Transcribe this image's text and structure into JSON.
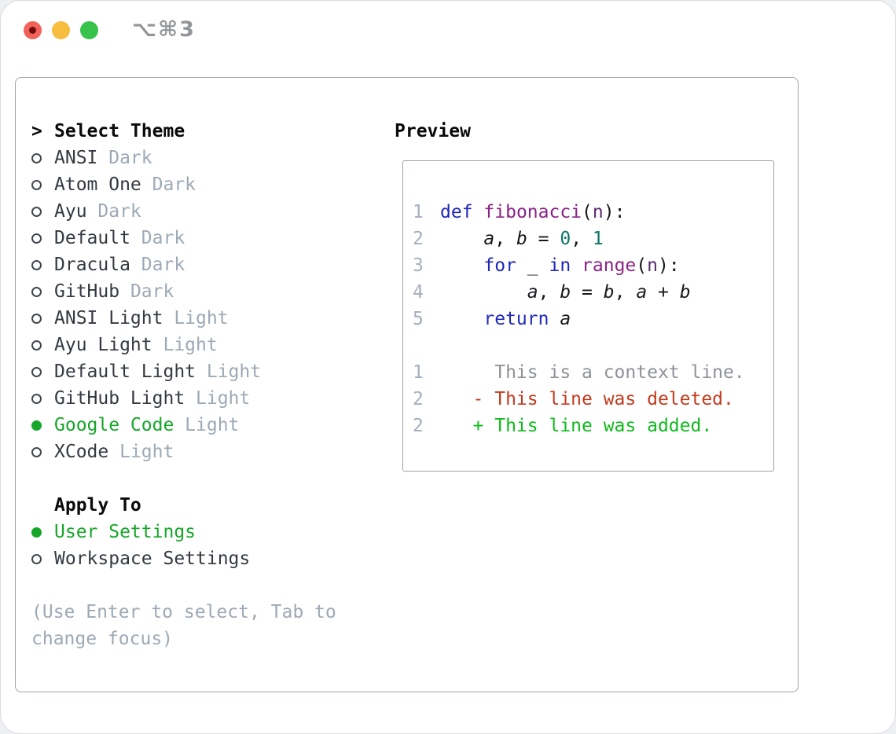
{
  "window": {
    "title": "⌥⌘3",
    "traffic_lights": [
      "close",
      "minimize",
      "zoom"
    ]
  },
  "theme_menu": {
    "focus_indicator": ">",
    "header": "Select Theme",
    "items": [
      {
        "name": "ANSI",
        "variant": "Dark",
        "selected": false
      },
      {
        "name": "Atom One",
        "variant": "Dark",
        "selected": false
      },
      {
        "name": "Ayu",
        "variant": "Dark",
        "selected": false
      },
      {
        "name": "Default",
        "variant": "Dark",
        "selected": false
      },
      {
        "name": "Dracula",
        "variant": "Dark",
        "selected": false
      },
      {
        "name": "GitHub",
        "variant": "Dark",
        "selected": false
      },
      {
        "name": "ANSI Light",
        "variant": "Light",
        "selected": false
      },
      {
        "name": "Ayu Light",
        "variant": "Light",
        "selected": false
      },
      {
        "name": "Default Light",
        "variant": "Light",
        "selected": false
      },
      {
        "name": "GitHub Light",
        "variant": "Light",
        "selected": false
      },
      {
        "name": "Google Code",
        "variant": "Light",
        "selected": true
      },
      {
        "name": "XCode",
        "variant": "Light",
        "selected": false
      }
    ]
  },
  "apply_to": {
    "header": "Apply To",
    "items": [
      {
        "label": "User Settings",
        "selected": true
      },
      {
        "label": "Workspace Settings",
        "selected": false
      }
    ]
  },
  "help_text": "(Use Enter to select, Tab to change focus)",
  "preview": {
    "title": "Preview",
    "code_lines": [
      {
        "num": "1",
        "tokens": [
          {
            "t": "def",
            "c": "kw"
          },
          {
            "t": " "
          },
          {
            "t": "fibonacci",
            "c": "fn"
          },
          {
            "t": "("
          },
          {
            "t": "n",
            "c": "param"
          },
          {
            "t": "):"
          }
        ]
      },
      {
        "num": "2",
        "tokens": [
          {
            "t": "    "
          },
          {
            "t": "a",
            "c": "var"
          },
          {
            "t": ", "
          },
          {
            "t": "b",
            "c": "var"
          },
          {
            "t": " = "
          },
          {
            "t": "0",
            "c": "num"
          },
          {
            "t": ", "
          },
          {
            "t": "1",
            "c": "num"
          }
        ]
      },
      {
        "num": "3",
        "tokens": [
          {
            "t": "    "
          },
          {
            "t": "for",
            "c": "kw"
          },
          {
            "t": " _ "
          },
          {
            "t": "in",
            "c": "kw"
          },
          {
            "t": " "
          },
          {
            "t": "range",
            "c": "fn"
          },
          {
            "t": "("
          },
          {
            "t": "n",
            "c": "param"
          },
          {
            "t": "):"
          }
        ]
      },
      {
        "num": "4",
        "tokens": [
          {
            "t": "        "
          },
          {
            "t": "a",
            "c": "var"
          },
          {
            "t": ", "
          },
          {
            "t": "b",
            "c": "var"
          },
          {
            "t": " = "
          },
          {
            "t": "b",
            "c": "var"
          },
          {
            "t": ", "
          },
          {
            "t": "a",
            "c": "var"
          },
          {
            "t": " + "
          },
          {
            "t": "b",
            "c": "var"
          }
        ]
      },
      {
        "num": "5",
        "tokens": [
          {
            "t": "    "
          },
          {
            "t": "return",
            "c": "kw"
          },
          {
            "t": " "
          },
          {
            "t": "a",
            "c": "var"
          }
        ]
      }
    ],
    "diff_lines": [
      {
        "num": "1",
        "kind": "context",
        "text": "     This is a context line."
      },
      {
        "num": "2",
        "kind": "deleted",
        "text": "   - This line was deleted."
      },
      {
        "num": "2",
        "kind": "added",
        "text": "   + This line was added."
      }
    ]
  },
  "colors": {
    "accent_green": "#16a62a",
    "diff_added": "#10bb1e",
    "diff_deleted": "#c33a1e",
    "context_gray": "#8f9398",
    "line_number": "#a5aebc",
    "muted": "#9da9b5",
    "text_dark": "#343a41",
    "kw_blue": "#2028b8",
    "fn_purple": "#8a2487",
    "param_purple": "#5a2a6e",
    "num_teal": "#0d7468",
    "code_plain": "#17181a",
    "panel_border": "#9ba3ae",
    "titlebar_text": "#939699",
    "traffic_red": "#f2625b",
    "traffic_red_dot": "#700d08",
    "traffic_yellow": "#f6bd3e",
    "traffic_green": "#36c24b"
  }
}
